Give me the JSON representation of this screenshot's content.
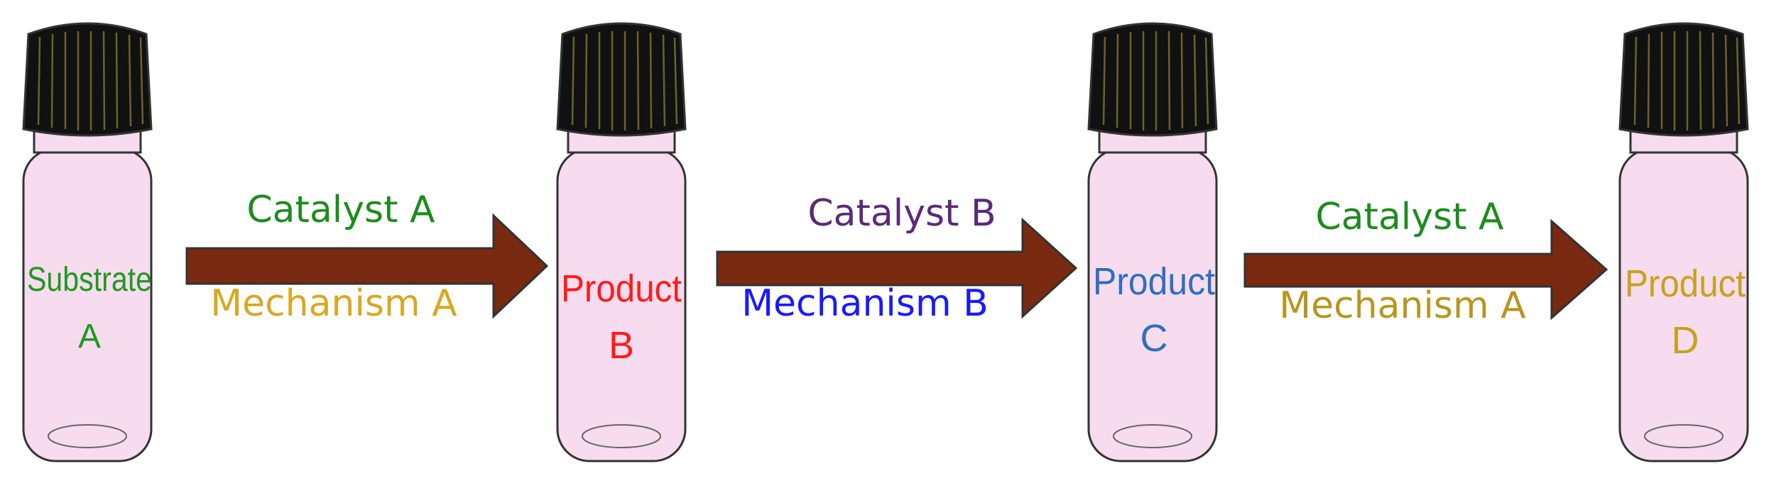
{
  "vials": [
    {
      "lines": [
        "Substrate",
        "A"
      ],
      "color": "#1f9a1f"
    },
    {
      "lines": [
        "Product",
        "B"
      ],
      "color": "#ff1a1a"
    },
    {
      "lines": [
        "Product",
        "C"
      ],
      "color": "#2e6fc0"
    },
    {
      "lines": [
        "Product",
        "D"
      ],
      "color": "#c8a21c"
    }
  ],
  "arrows": [
    {
      "top_label": "Catalyst A",
      "top_color": "#1c8c1c",
      "bottom_label": "Mechanism A",
      "bottom_color": "#d9a820"
    },
    {
      "top_label": "Catalyst B",
      "top_color": "#5a2a78",
      "bottom_label": "Mechanism B",
      "bottom_color": "#1a1aff"
    },
    {
      "top_label": "Catalyst A",
      "top_color": "#1c8c1c",
      "bottom_label": "Mechanism A",
      "bottom_color": "#b8961e"
    }
  ],
  "colors": {
    "vial_fill": "#f6dcee",
    "cap_fill": "#111111",
    "cap_ridge": "#6b6230",
    "arrow_fill": "#7a2a10",
    "outline": "#333333"
  }
}
